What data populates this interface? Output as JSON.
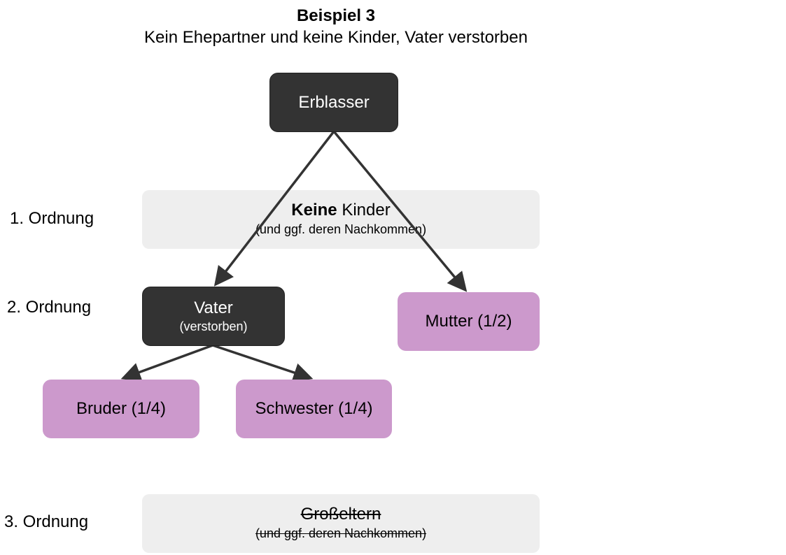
{
  "header": {
    "title": "Beispiel 3",
    "subtitle": "Kein Ehepartner und keine Kinder, Vater verstorben"
  },
  "levels": [
    {
      "label": "1. Ordnung"
    },
    {
      "label": "2. Ordnung"
    },
    {
      "label": "3. Ordnung"
    }
  ],
  "bands": {
    "first": {
      "bold": "Keine",
      "rest": " Kinder",
      "sub": "(und ggf. deren Nachkommen)"
    },
    "third": {
      "main": "Großeltern",
      "sub": "(und ggf. deren Nachkommen)",
      "struck": true
    }
  },
  "nodes": {
    "erblasser": {
      "label": "Erblasser"
    },
    "vater": {
      "label": "Vater",
      "sub": "(verstorben)"
    },
    "mutter": {
      "label": "Mutter (1/2)",
      "share": "1/2"
    },
    "bruder": {
      "label": "Bruder (1/4)",
      "share": "1/4"
    },
    "schwester": {
      "label": "Schwester (1/4)",
      "share": "1/4"
    }
  },
  "edges": [
    {
      "from": "erblasser",
      "to": "vater"
    },
    {
      "from": "erblasser",
      "to": "mutter"
    },
    {
      "from": "vater",
      "to": "bruder"
    },
    {
      "from": "vater",
      "to": "schwester"
    }
  ],
  "colors": {
    "dark_node": "#333333",
    "heir_node": "#cc99cc",
    "band": "#eeeeee",
    "arrow": "#333333"
  }
}
